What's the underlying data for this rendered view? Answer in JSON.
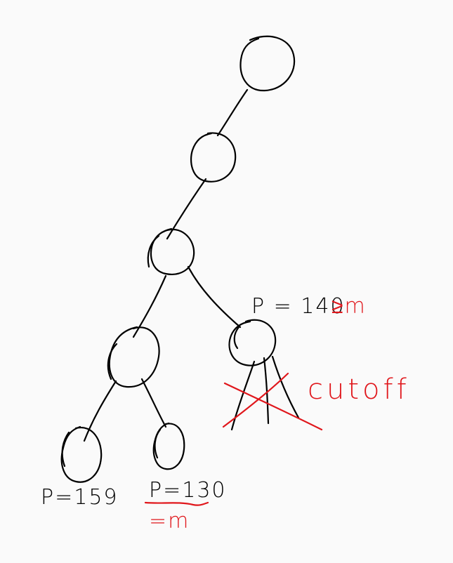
{
  "labels": {
    "cutoff_node_p": "P = 140",
    "cutoff_node_cmp": "≥m",
    "cutoff_text": "cutoff",
    "leaf_left_p": "P=159",
    "leaf_mid_p": "P=130",
    "leaf_mid_eq": "=m"
  },
  "colors": {
    "ink": "#000000",
    "annotation": "#e0161b",
    "background": "#fafafa"
  }
}
